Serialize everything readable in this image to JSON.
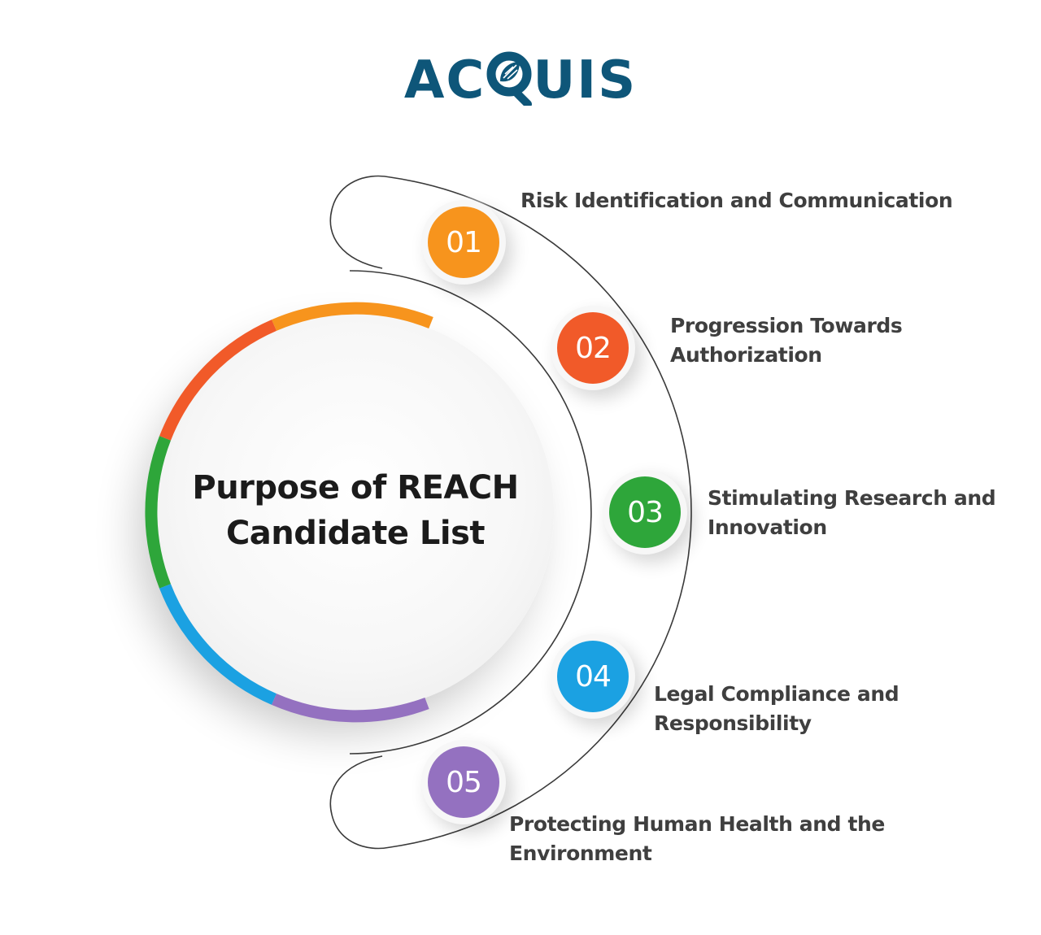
{
  "brand": {
    "logo_text_left": "AC",
    "logo_text_right": "UIS",
    "logo_leaf_letter": "Q",
    "logo_color": "#0e5679",
    "logo_icon": "leaf-in-q-icon"
  },
  "diagram": {
    "title_line1": "Purpose of REACH",
    "title_line2": "Candidate List",
    "ring_segments": [
      {
        "name": "orange",
        "color": "#f7941d"
      },
      {
        "name": "red-orange",
        "color": "#f15a29"
      },
      {
        "name": "green",
        "color": "#2ea63a"
      },
      {
        "name": "blue",
        "color": "#1ba1e2"
      },
      {
        "name": "purple",
        "color": "#9471c0"
      }
    ],
    "items": [
      {
        "number": "01",
        "color": "#f7941d",
        "line1": "Risk Identification and Communication",
        "line2": ""
      },
      {
        "number": "02",
        "color": "#f15a29",
        "line1": "Progression Towards",
        "line2": "Authorization"
      },
      {
        "number": "03",
        "color": "#2ea63a",
        "line1": "Stimulating Research and",
        "line2": "Innovation"
      },
      {
        "number": "04",
        "color": "#1ba1e2",
        "line1": "Legal Compliance and",
        "line2": "Responsibility"
      },
      {
        "number": "05",
        "color": "#9471c0",
        "line1": "Protecting Human Health and the",
        "line2": "Environment"
      }
    ]
  }
}
